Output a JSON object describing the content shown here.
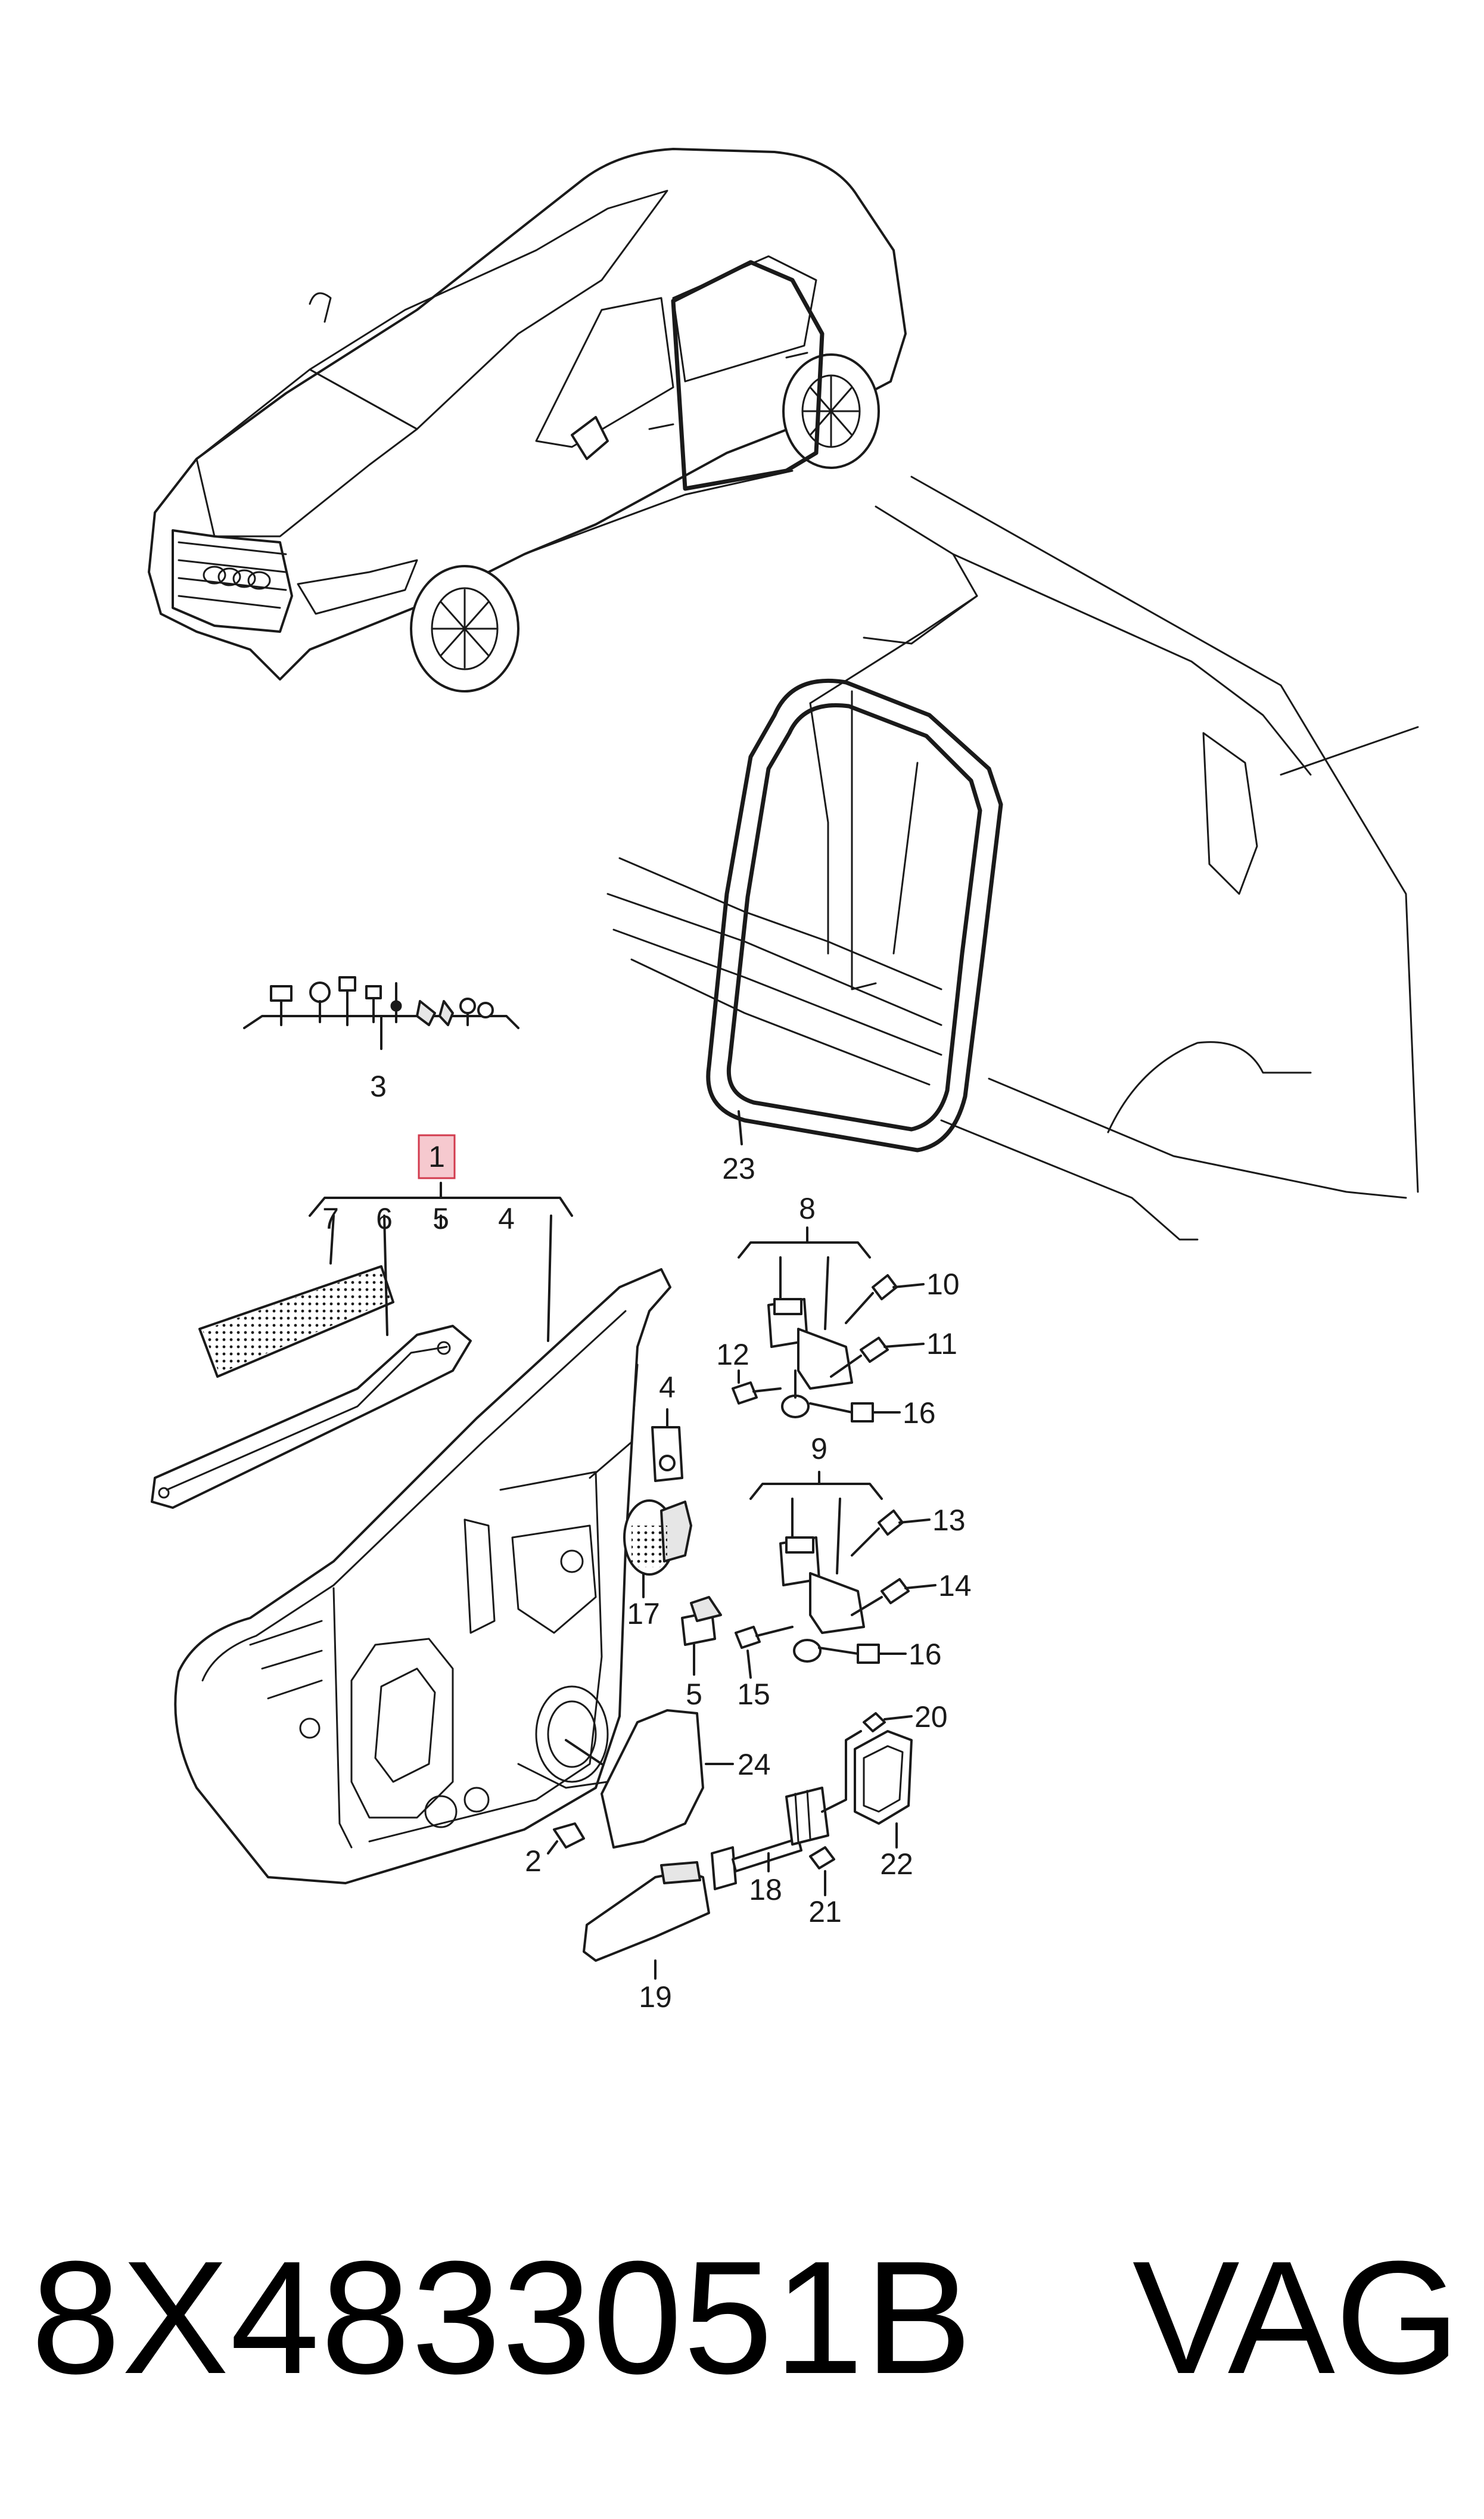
{
  "callouts": {
    "c1": "1",
    "c2": "2",
    "c3": "3",
    "c4a": "4",
    "c4b": "4",
    "c5a": "5",
    "c5b": "5",
    "c6": "6",
    "c7": "7",
    "c8": "8",
    "c9": "9",
    "c10": "10",
    "c11": "11",
    "c12": "12",
    "c13": "13",
    "c14": "14",
    "c15": "15",
    "c16a": "16",
    "c16b": "16",
    "c17": "17",
    "c18": "18",
    "c19": "19",
    "c20": "20",
    "c21": "21",
    "c22": "22",
    "c23": "23",
    "c24": "24"
  },
  "highlight_color": "#f6c9cf",
  "footer": {
    "part_number": "8X4833051B",
    "brand": "VAG"
  }
}
